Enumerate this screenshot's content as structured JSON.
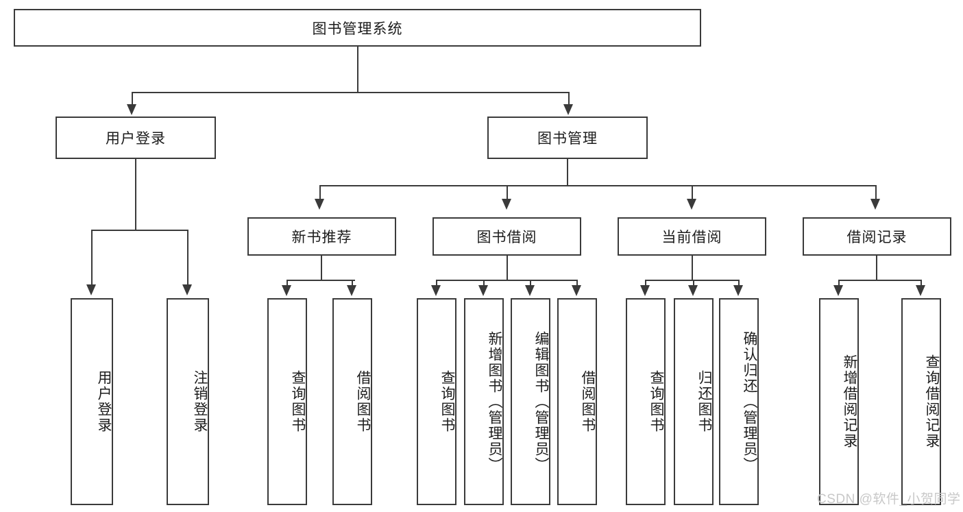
{
  "diagram": {
    "type": "hierarchy-tree",
    "title": "图书管理系统",
    "root": {
      "label": "图书管理系统"
    },
    "level1": [
      {
        "label": "用户登录"
      },
      {
        "label": "图书管理"
      }
    ],
    "level2": [
      {
        "label": "新书推荐"
      },
      {
        "label": "图书借阅"
      },
      {
        "label": "当前借阅"
      },
      {
        "label": "借阅记录"
      }
    ],
    "leaves": {
      "user_login": [
        {
          "label": "用户登录"
        },
        {
          "label": "注销登录"
        }
      ],
      "new_book_recommend": [
        {
          "label": "查询图书"
        },
        {
          "label": "借阅图书"
        }
      ],
      "book_borrow": [
        {
          "label": "查询图书"
        },
        {
          "label": "新增图书（管理员）"
        },
        {
          "label": "编辑图书（管理员）"
        },
        {
          "label": "借阅图书"
        }
      ],
      "current_borrow": [
        {
          "label": "查询图书"
        },
        {
          "label": "归还图书"
        },
        {
          "label": "确认归还（管理员）"
        }
      ],
      "borrow_record": [
        {
          "label": "新增借阅记录"
        },
        {
          "label": "查询借阅记录"
        }
      ]
    }
  },
  "watermark": {
    "text": "CSDN @软件_小贺同学"
  },
  "colors": {
    "line": "#3a3a3a",
    "box_fill": "#ffffff",
    "text": "#1c1c1c",
    "watermark": "#c8c8c8"
  }
}
